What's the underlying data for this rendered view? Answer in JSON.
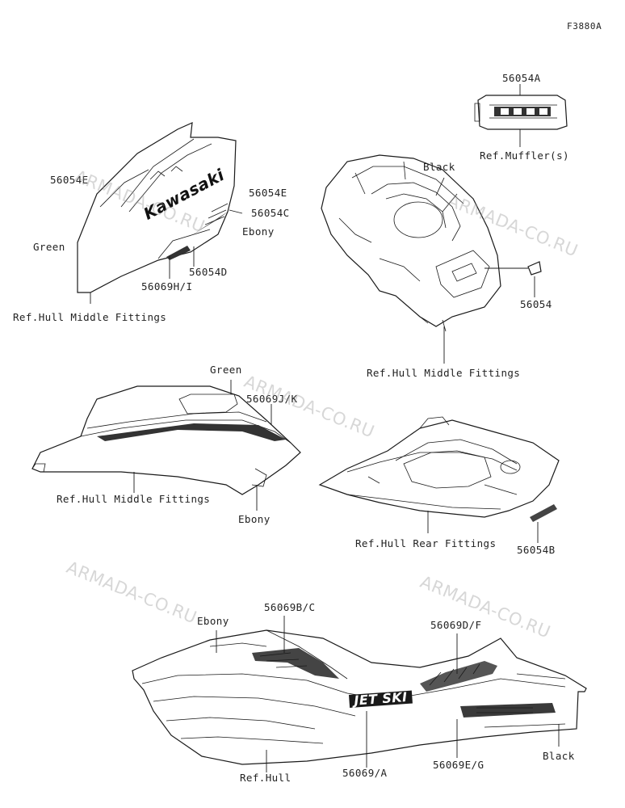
{
  "figure_code": "F3880A",
  "labels": {
    "p56054A": "56054A",
    "ref_muffler": "Ref.Muffler(s)",
    "black_top": "Black",
    "p56054E_a": "56054E",
    "p56054E_b": "56054E",
    "p56054C": "56054C",
    "ebony_1": "Ebony",
    "green_1": "Green",
    "p56054D": "56054D",
    "p56069HI": "56069H/I",
    "ref_hmf_1": "Ref.Hull Middle Fittings",
    "p56054": "56054",
    "ref_hmf_2": "Ref.Hull Middle Fittings",
    "green_2": "Green",
    "p56069JK": "56069J/K",
    "ref_hmf_3": "Ref.Hull Middle Fittings",
    "ebony_2": "Ebony",
    "ref_hrf": "Ref.Hull Rear Fittings",
    "p56054B": "56054B",
    "ebony_3": "Ebony",
    "p56069BC": "56069B/C",
    "p56069DF": "56069D/F",
    "black_bottom": "Black",
    "ref_hull": "Ref.Hull",
    "p56069A": "56069/A",
    "p56069EG": "56069E/G"
  },
  "decal_text": {
    "kawasaki": "Kawasaki",
    "jetski": "JET SKI"
  },
  "watermarks": [
    "ARMADA-CO.RU",
    "ARMADA-CO.RU",
    "ARMADA-CO.RU",
    "ARMADA-CO.RU",
    "ARMADA-CO.RU"
  ],
  "colors": {
    "line": "#1a1a1a",
    "watermark": "#969696",
    "background": "#ffffff"
  }
}
